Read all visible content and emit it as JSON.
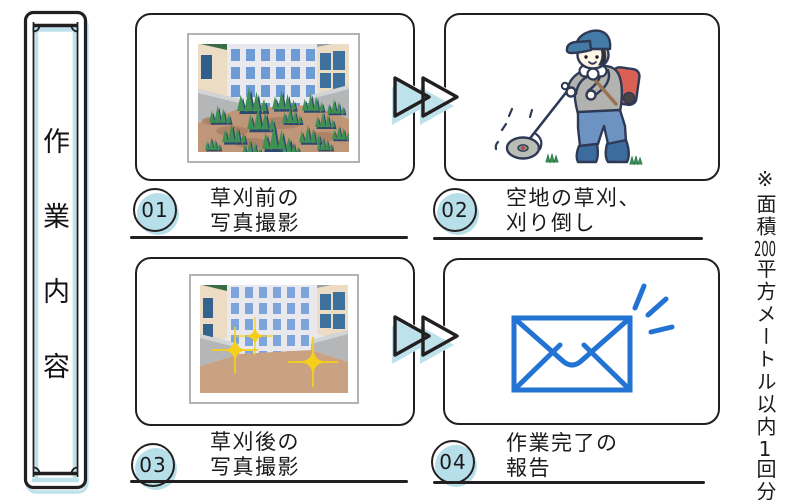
{
  "banner": {
    "title": "作業内容",
    "chars": [
      "作",
      "業",
      "内",
      "容"
    ]
  },
  "steps": [
    {
      "num": "01",
      "line1": "草刈前の",
      "line2": "写真撮影"
    },
    {
      "num": "02",
      "line1": "空地の草刈、",
      "line2": "刈り倒し"
    },
    {
      "num": "03",
      "line1": "草刈後の",
      "line2": "写真撮影"
    },
    {
      "num": "04",
      "line1": "作業完了の",
      "line2": "報告"
    }
  ],
  "side_note": {
    "full_text": "※面積200平方メートル以内1回分",
    "prefix": "※面積",
    "area_value": "200",
    "middle": "平方メートル以内",
    "count": "1",
    "suffix": "回分"
  },
  "colors": {
    "ink": "#231f20",
    "accent_light_blue": "#bde2ec",
    "badge_fill": "#b7dfe9",
    "envelope_blue": "#2273d4",
    "sparkle_yellow": "#f6cf1a",
    "grass_green": "#3f9153"
  }
}
